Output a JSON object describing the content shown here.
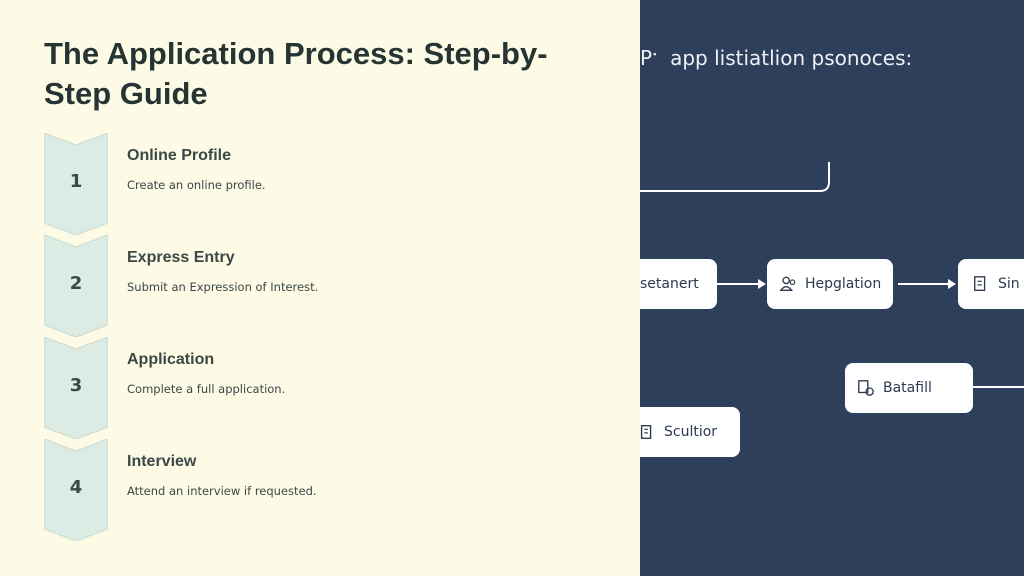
{
  "title": "The Application Process: Step-by-Step Guide",
  "steps": [
    {
      "number": "1",
      "title": "Online Profile",
      "description": "Create an online profile."
    },
    {
      "number": "2",
      "title": "Express Entry",
      "description": "Submit an Expression of Interest."
    },
    {
      "number": "3",
      "title": "Application",
      "description": "Complete a full application."
    },
    {
      "number": "4",
      "title": "Interview",
      "description": "Attend an interview if requested."
    }
  ],
  "image": {
    "heading_prefix": "P",
    "heading": "app listiatlion psonoces:",
    "nodes": {
      "a": "setanert",
      "b": "Hepglation",
      "c": "Sin",
      "d": "Batafill",
      "e": "Scultior"
    }
  },
  "colors": {
    "background": "#fdfae6",
    "chevron_fill": "#dcece4",
    "text": "#263533",
    "image_background": "#2d3f5a"
  }
}
